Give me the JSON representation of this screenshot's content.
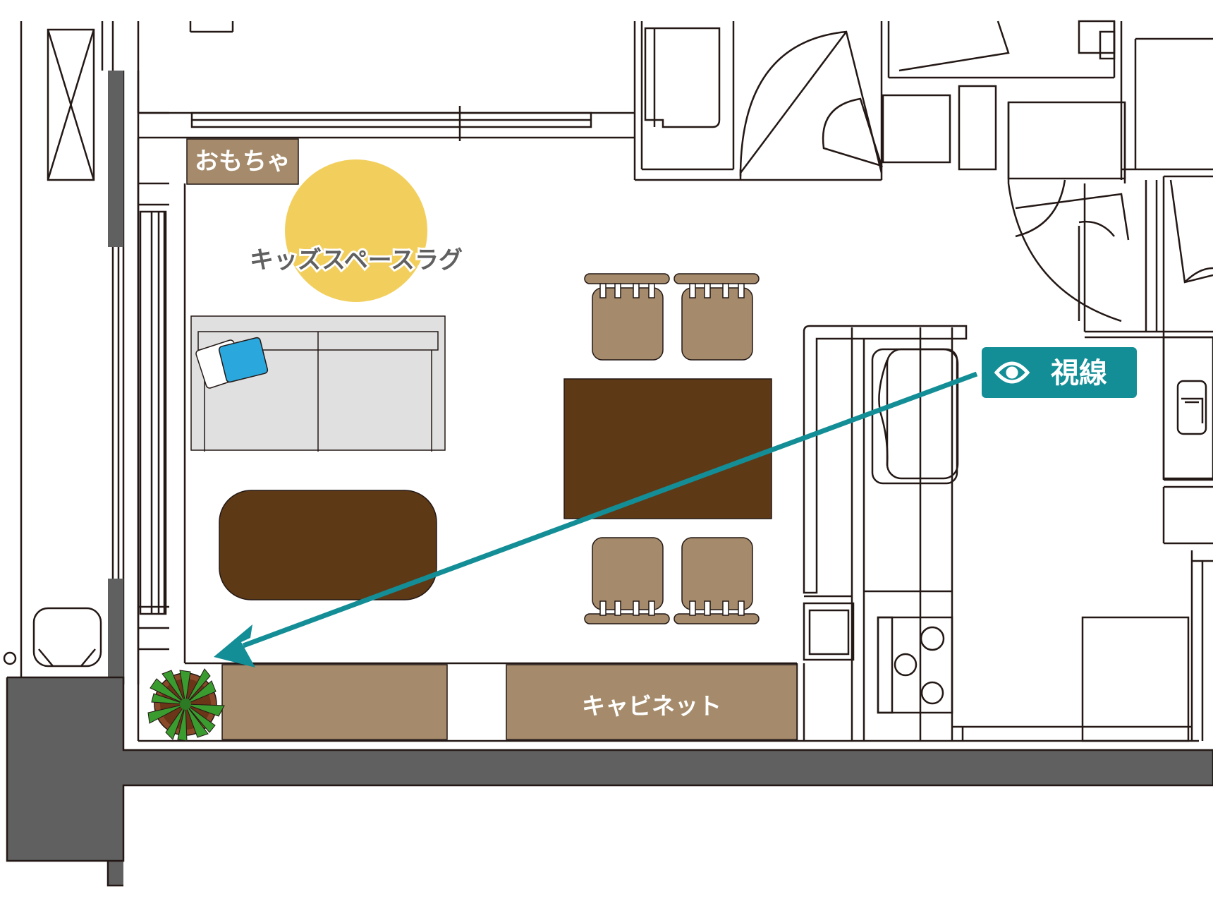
{
  "labels": {
    "toys": "おもちゃ",
    "kids_rug": "キッズスペースラグ",
    "cabinet": "キャビネット",
    "view_badge": "視線"
  },
  "colors": {
    "wall": "#606060",
    "line": "#231815",
    "wood_light": "#a58b6b",
    "wood_dark": "#5e3916",
    "rug": "#f2cf5d",
    "sofa": "#e0e0e0",
    "cushion_blue": "#2aa7dd",
    "teal": "#138e96",
    "plant_green": "#3a9b2f"
  },
  "icons": {
    "view_badge_icon": "eye-icon",
    "plant": "potted-plant-icon"
  }
}
